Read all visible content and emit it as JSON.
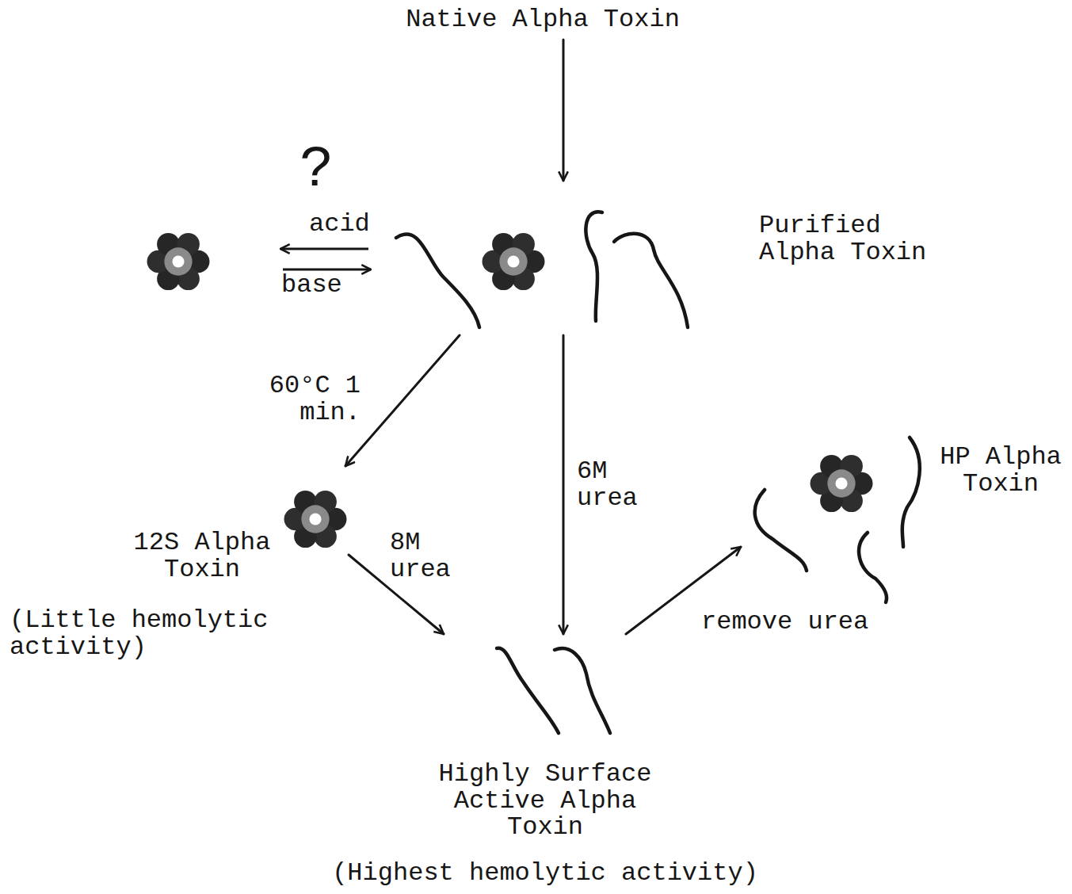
{
  "diagram": {
    "nodes": [
      {
        "text": [
          "Native Alpha Toxin"
        ]
      },
      {
        "text": [
          "Purified Alpha Toxin"
        ]
      },
      {
        "text": [
          "12S Alpha Toxin",
          "(Little hemolytic activity)"
        ]
      },
      {
        "text": [
          "Highly Surface Active Alpha Toxin",
          "(Highest hemolytic activity)"
        ]
      },
      {
        "text": [
          "HP Alpha Toxin"
        ]
      }
    ],
    "edges": [
      {
        "from": 0,
        "to": 1,
        "arrow": "to"
      },
      {
        "from": 1,
        "to": 2,
        "label": "60°C 1 min.",
        "arrow": "to"
      },
      {
        "from": 1,
        "to": 3,
        "label": "6M urea",
        "arrow": "to"
      },
      {
        "from": 2,
        "to": 3,
        "label": "8M urea",
        "arrow": "to"
      },
      {
        "from": 3,
        "to": 4,
        "label": "remove urea",
        "arrow": "to"
      }
    ],
    "labels": [
      "?",
      "acid",
      "base"
    ]
  }
}
